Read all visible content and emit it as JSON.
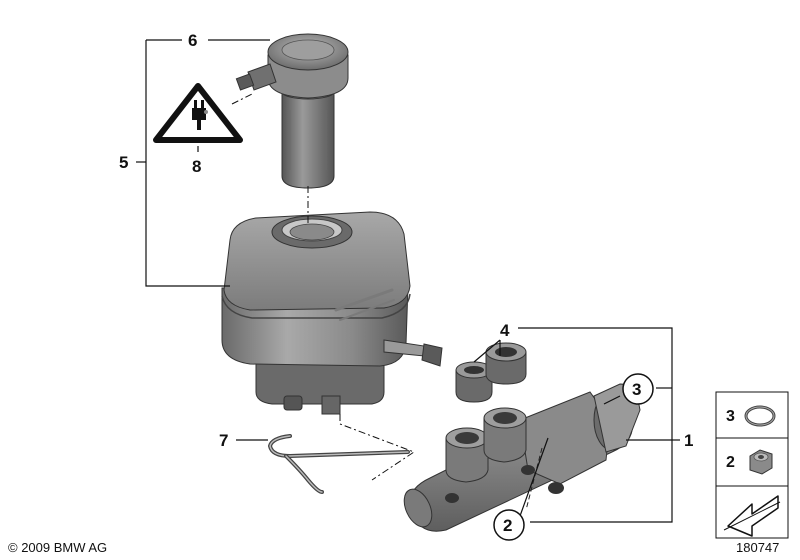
{
  "callouts": {
    "c1": "1",
    "c2a": "2",
    "c3": "3",
    "c4": "4",
    "c5": "5",
    "c6": "6",
    "c7": "7",
    "c8": "8"
  },
  "legend": {
    "seal_num": "3",
    "nut_num": "2"
  },
  "footer": {
    "copyright": "© 2009 BMW AG",
    "diagram_id": "180747"
  },
  "icons": [
    "warning-plug-icon",
    "arrow-direction-icon"
  ],
  "colors": {
    "part_dark": "#5f5f5f",
    "part_mid": "#8c8c8c",
    "part_light": "#bdbdbd",
    "line": "#111111"
  }
}
